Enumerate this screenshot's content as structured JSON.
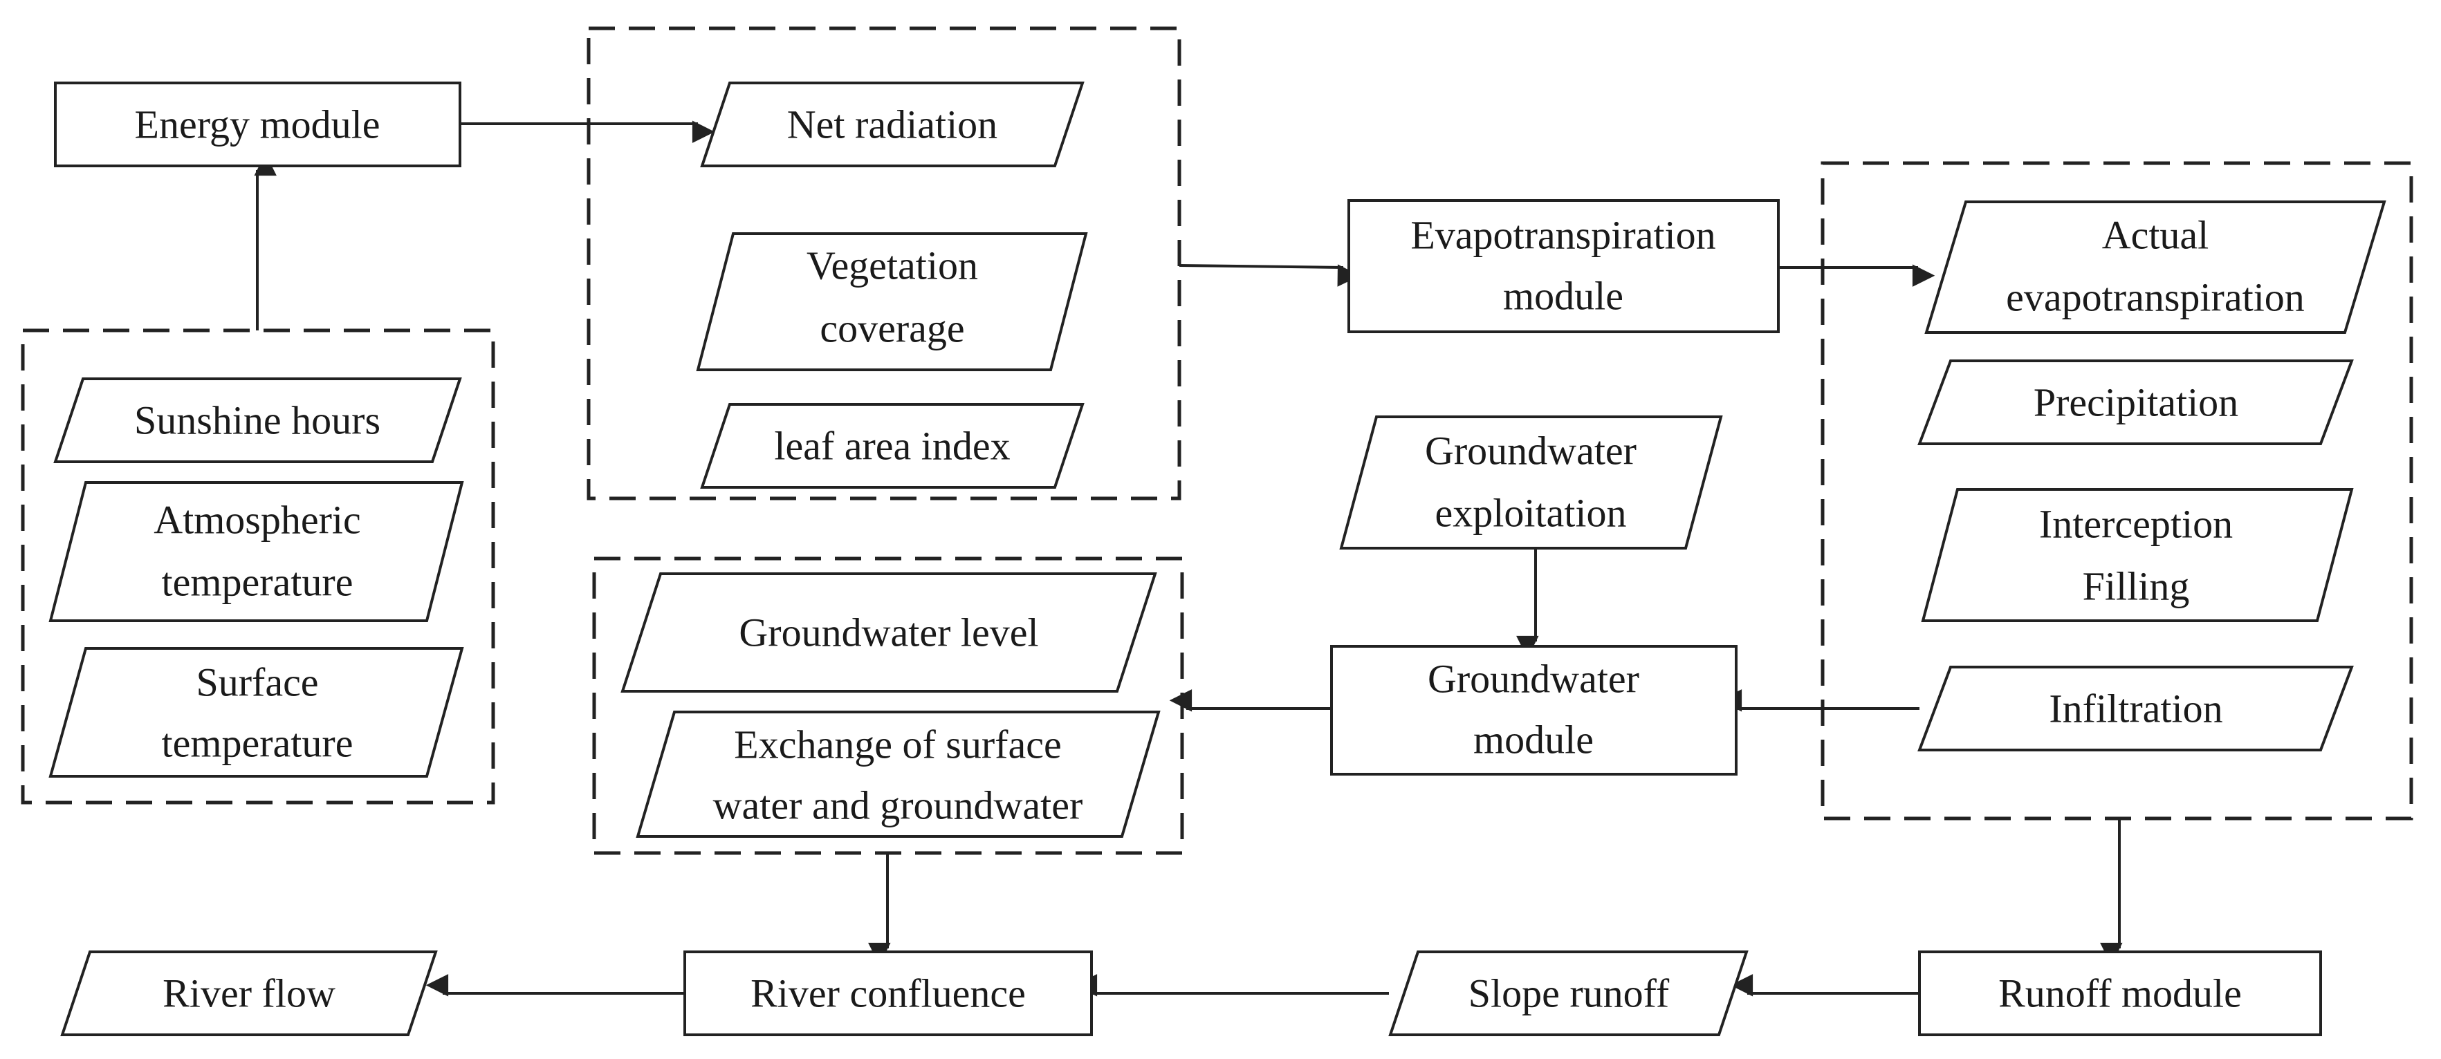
{
  "nodes": {
    "energy_module": "Energy module",
    "net_radiation": "Net radiation",
    "vegetation_coverage": [
      "Vegetation",
      "coverage"
    ],
    "leaf_area_index": "leaf area index",
    "sunshine_hours": "Sunshine hours",
    "atmospheric_temperature": [
      "Atmospheric",
      "temperature"
    ],
    "surface_temperature": [
      "Surface",
      "temperature"
    ],
    "evapotranspiration_module": [
      "Evapotranspiration",
      "module"
    ],
    "actual_evapotranspiration": [
      "Actual",
      "evapotranspiration"
    ],
    "precipitation": "Precipitation",
    "interception_filling": [
      "Interception",
      "Filling"
    ],
    "infiltration": "Infiltration",
    "groundwater_exploitation": [
      "Groundwater",
      "exploitation"
    ],
    "groundwater_module": [
      "Groundwater",
      "module"
    ],
    "groundwater_level": "Groundwater level",
    "exchange_surface_groundwater": [
      "Exchange of surface",
      "water and groundwater"
    ],
    "river_flow": "River flow",
    "river_confluence": "River confluence",
    "slope_runoff": "Slope runoff",
    "runoff_module": "Runoff module"
  },
  "colors": {
    "stroke": "#222222",
    "text": "#1a1a1a",
    "background": "#ffffff"
  }
}
